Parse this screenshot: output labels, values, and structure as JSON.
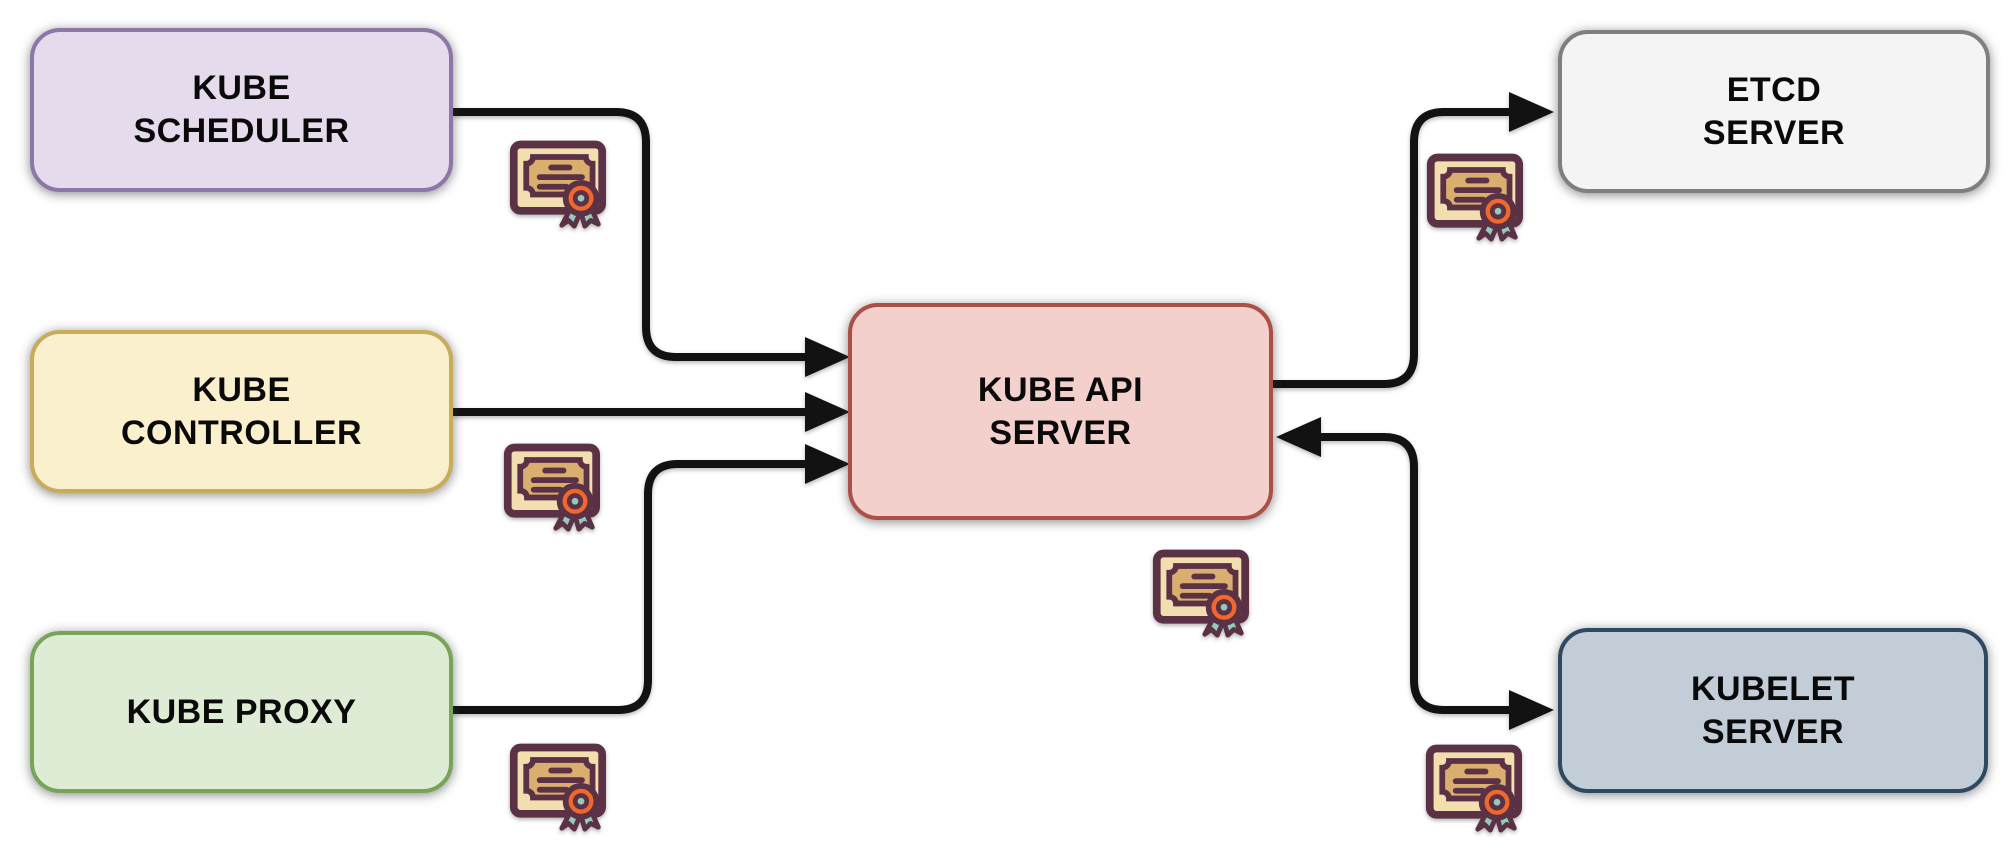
{
  "page": {
    "background": "#ffffff"
  },
  "diagram": {
    "type": "flow-diagram",
    "subject": "Kubernetes TLS certificates between control plane components",
    "connector_color": "#121212",
    "text_color": "#0a0a0a",
    "nodes": [
      {
        "id": "kube-scheduler",
        "label": "KUBE SCHEDULER",
        "lines": [
          "KUBE",
          "SCHEDULER"
        ],
        "fill": "#e6dbec",
        "border": "#8d76a8"
      },
      {
        "id": "kube-controller",
        "label": "KUBE CONTROLLER",
        "lines": [
          "KUBE",
          "CONTROLLER"
        ],
        "fill": "#faf0cd",
        "border": "#c8ab5b"
      },
      {
        "id": "kube-proxy",
        "label": "KUBE PROXY",
        "lines": [
          "KUBE PROXY"
        ],
        "fill": "#dfecd5",
        "border": "#76a558"
      },
      {
        "id": "kube-api-server",
        "label": "KUBE API SERVER",
        "lines": [
          "KUBE API",
          "SERVER"
        ],
        "fill": "#f3d0cc",
        "border": "#ab4f47"
      },
      {
        "id": "etcd-server",
        "label": "ETCD SERVER",
        "lines": [
          "ETCD",
          "SERVER"
        ],
        "fill": "#f4f4f4",
        "border": "#7d7f80"
      },
      {
        "id": "kubelet-server",
        "label": "KUBELET SERVER",
        "lines": [
          "KUBELET",
          "SERVER"
        ],
        "fill": "#c2cdd7",
        "border": "#2e4a63"
      }
    ],
    "edges": [
      {
        "from": "kube-scheduler",
        "to": "kube-api-server",
        "arrows": "forward"
      },
      {
        "from": "kube-controller",
        "to": "kube-api-server",
        "arrows": "forward"
      },
      {
        "from": "kube-proxy",
        "to": "kube-api-server",
        "arrows": "forward"
      },
      {
        "from": "kube-api-server",
        "to": "etcd-server",
        "arrows": "forward"
      },
      {
        "from": "kube-api-server",
        "to": "kubelet-server",
        "arrows": "both"
      }
    ],
    "certificate_icon": {
      "name": "tls-certificate-icon",
      "attached_to": [
        "kube-scheduler",
        "kube-controller",
        "kube-proxy",
        "kube-api-server",
        "etcd-server",
        "kubelet-server"
      ],
      "colors": {
        "outline": "#5a3145",
        "paper": "#f3deb0",
        "plaque": "#d9ae6e",
        "seal": "#f0682c",
        "ribbon": "#92cabd"
      }
    }
  }
}
